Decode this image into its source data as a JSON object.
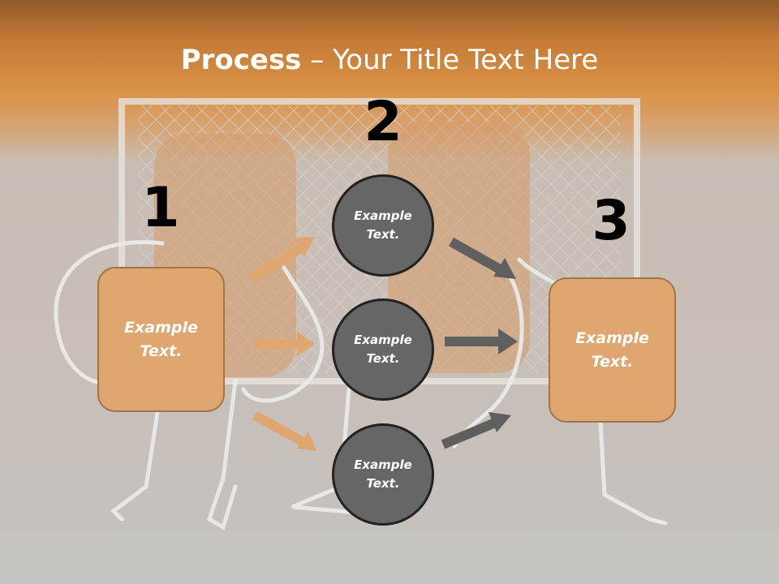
{
  "title": {
    "bold": "Process",
    "rest": " – Your Title Text Here"
  },
  "steps": {
    "one": "1",
    "two": "2",
    "three": "3"
  },
  "left_box": {
    "text": "Example Text."
  },
  "right_box": {
    "text": "Example Text."
  },
  "circles": [
    {
      "text": "Example Text."
    },
    {
      "text": "Example Text."
    },
    {
      "text": "Example Text."
    }
  ],
  "colors": {
    "box_fill": "#e0a66f",
    "circle_fill": "#666666",
    "orange_arrow": "#e0a66f",
    "gray_arrow": "#5f5f5f",
    "header": "#d28a45"
  }
}
